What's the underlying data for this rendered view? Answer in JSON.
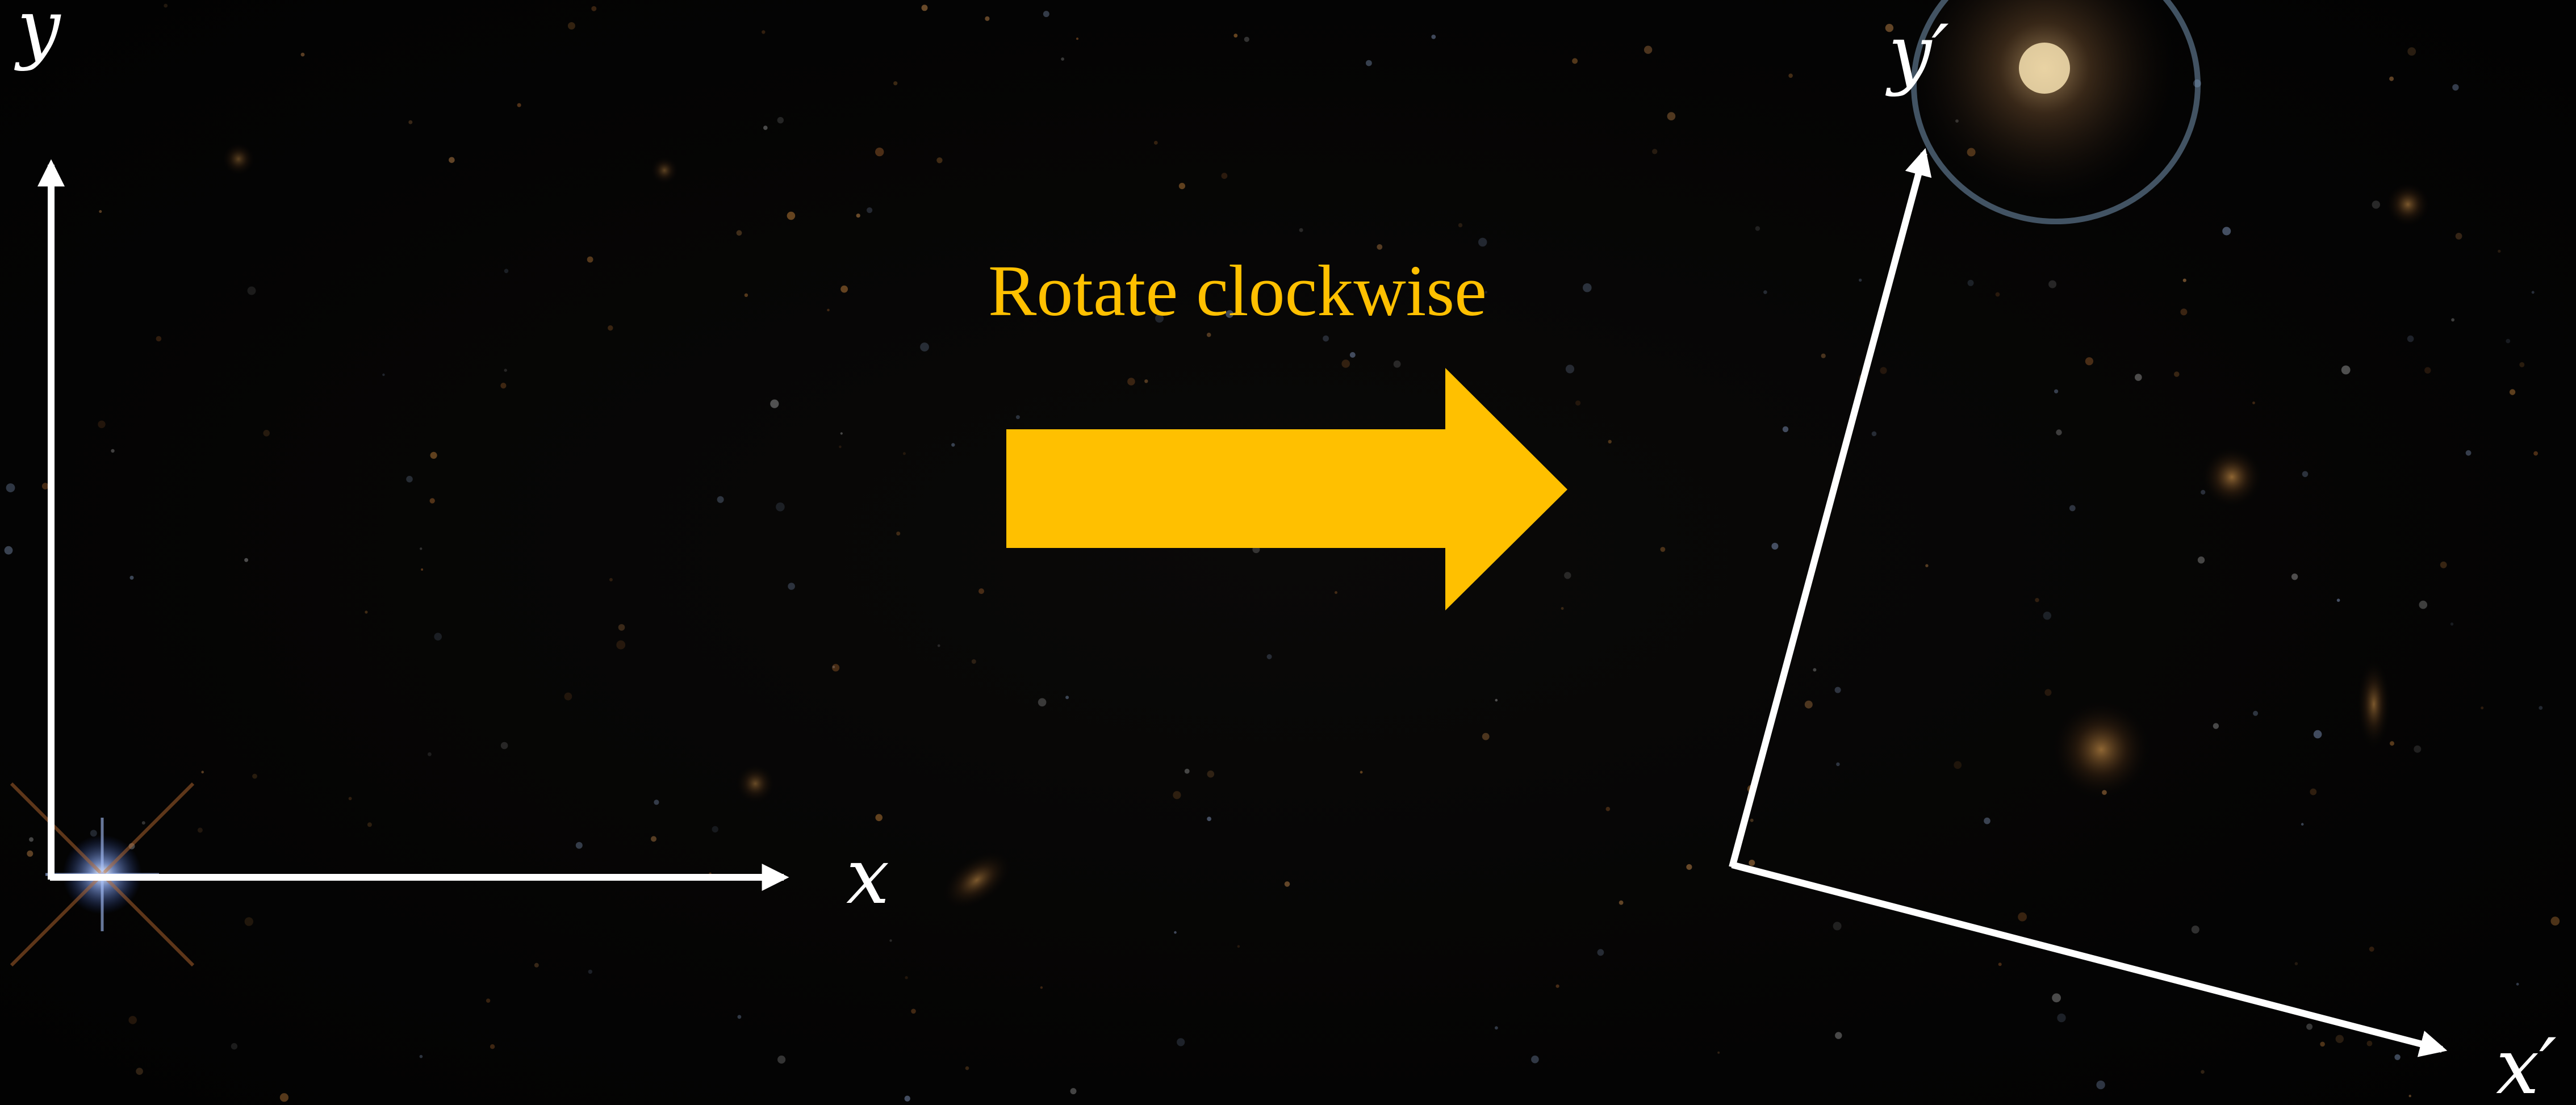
{
  "caption": {
    "text": "Rotate clockwise",
    "color": "#ffc000"
  },
  "original_axes": {
    "x_label": "x",
    "y_label": "y",
    "color": "#ffffff"
  },
  "rotated_axes": {
    "x_label": "x′",
    "y_label": "y′",
    "color": "#ffffff",
    "rotation_direction": "clockwise"
  },
  "arrow": {
    "color": "#ffc000",
    "direction": "right"
  },
  "background": {
    "description_color": "#030303"
  }
}
